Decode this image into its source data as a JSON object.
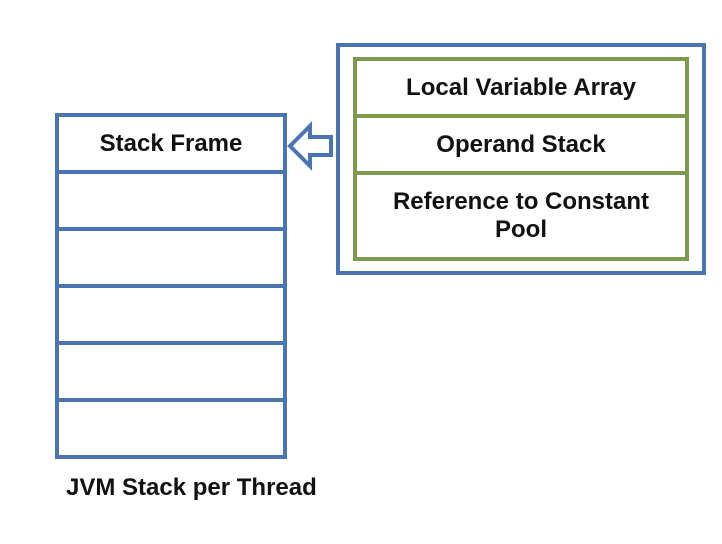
{
  "stack": {
    "rows": [
      "Stack Frame",
      "",
      "",
      "",
      "",
      ""
    ],
    "caption": "JVM Stack per Thread"
  },
  "frame": {
    "cells": [
      "Local Variable Array",
      "Operand Stack",
      "Reference to Constant Pool"
    ]
  },
  "colors": {
    "stack_border": "#4a74b4",
    "frame_outer_border": "#4a74b4",
    "frame_inner_border": "#7e9a4d",
    "arrow_stroke": "#4a74b4"
  },
  "icons": {
    "arrow": "hollow-left-arrow"
  }
}
